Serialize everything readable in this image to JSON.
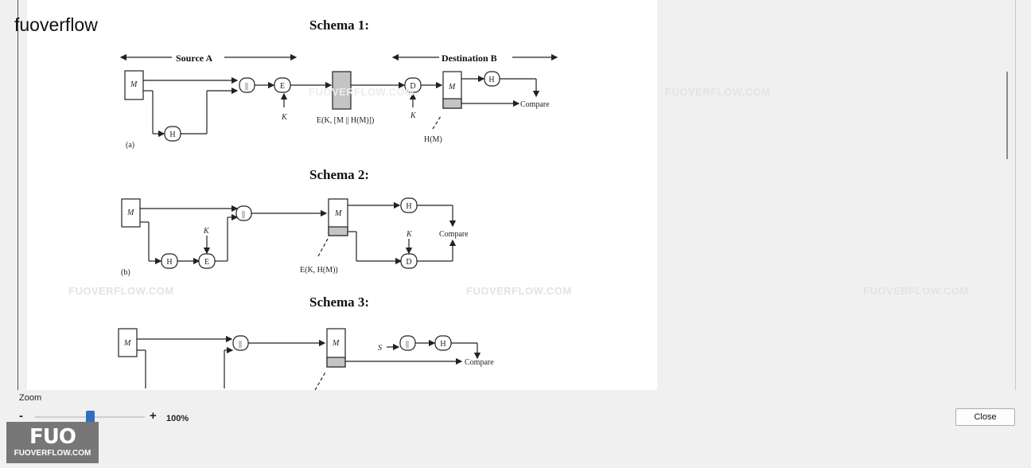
{
  "app": {
    "title": "fuoverflow"
  },
  "diagrams": [
    {
      "title": "Schema 1:",
      "source_label": "Source A",
      "destination_label": "Destination B",
      "sub_label": "(a)",
      "ciphertext_label": "E(K, [M || H(M)])",
      "hash_label": "H(M)",
      "compare_label": "Compare",
      "nodes": {
        "message": "M",
        "hash": "H",
        "concat": "||",
        "encrypt": "E",
        "decrypt": "D",
        "key": "K"
      }
    },
    {
      "title": "Schema 2:",
      "sub_label": "(b)",
      "ciphertext_label": "E(K, H(M))",
      "compare_label": "Compare",
      "nodes": {
        "message": "M",
        "hash": "H",
        "concat": "||",
        "encrypt": "E",
        "decrypt": "D",
        "key": "K"
      }
    },
    {
      "title": "Schema 3:",
      "compare_label": "Compare",
      "nodes": {
        "message": "M",
        "hash": "H",
        "concat": "||",
        "secret": "S"
      }
    }
  ],
  "watermark": {
    "text": "FUOVERFLOW.COM"
  },
  "zoom": {
    "label": "Zoom",
    "minus": "-",
    "plus": "+",
    "value": "100%",
    "level_percent": 100
  },
  "close_button": {
    "label": "Close"
  },
  "logo": {
    "mark": "FUO",
    "text": "FUOVERFLOW.COM"
  }
}
